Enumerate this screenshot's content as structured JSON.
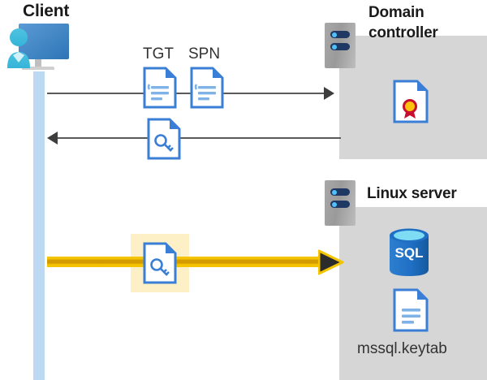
{
  "diagram": {
    "title_client": "Client",
    "title_domain_controller": "Domain controller",
    "title_linux_server": "Linux server",
    "labels": {
      "tgt": "TGT",
      "spn": "SPN",
      "keytab_file": "mssql.keytab",
      "sql_database": "SQL"
    },
    "icons": {
      "client": "client-computer-user-icon",
      "dc_rack": "server-rack-icon",
      "linux_rack": "server-rack-icon",
      "tgt_doc": "document-icon",
      "spn_doc": "document-icon",
      "ticket_doc": "key-document-icon",
      "service_ticket_doc": "key-document-icon",
      "certificate": "certificate-document-icon",
      "sql_db": "sql-database-icon",
      "keytab_doc": "document-icon"
    },
    "flows": [
      {
        "name": "request-ticket",
        "direction": "client-to-domain-controller",
        "style": "gray-arrow",
        "payload": [
          "TGT",
          "SPN"
        ]
      },
      {
        "name": "receive-service-ticket",
        "direction": "domain-controller-to-client",
        "style": "gray-arrow",
        "payload": [
          "service-ticket"
        ]
      },
      {
        "name": "authenticate-to-sql",
        "direction": "client-to-linux-server",
        "style": "yellow-highlighted-arrow",
        "payload": [
          "service-ticket"
        ],
        "highlighted": true
      }
    ],
    "colors": {
      "panel_gray": "#d6d6d6",
      "lifeline_blue": "#bdd9f2",
      "doc_blue": "#3a7fd5",
      "arrow_gray": "#595959",
      "arrow_yellow": "#f5c400",
      "highlight_yellow": "#fdf0c6",
      "rack_navy": "#1f3864",
      "sql_blue": "#1f6fc4",
      "seal_red": "#c8102e",
      "seal_gold": "#ffc20e",
      "title_dark": "#1a1a1a"
    }
  }
}
